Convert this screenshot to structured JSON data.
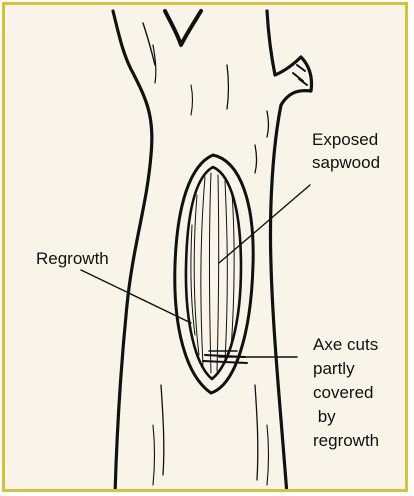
{
  "labels": {
    "exposed_sapwood_line1": "Exposed",
    "exposed_sapwood_line2": "sapwood",
    "regrowth": "Regrowth",
    "axe_cuts_line1": "Axe cuts",
    "axe_cuts_line2": "partly",
    "axe_cuts_line3": "covered",
    "axe_cuts_line4": " by",
    "axe_cuts_line5": "regrowth"
  },
  "colors": {
    "frame_border": "#d8c13a",
    "background": "#f8f4ea",
    "ink": "#111111"
  }
}
